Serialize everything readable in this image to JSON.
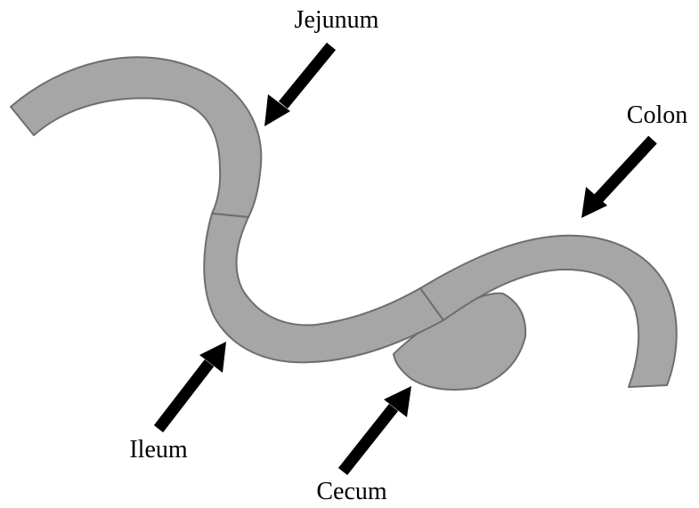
{
  "labels": {
    "jejunum": "Jejunum",
    "ileum": "Ileum",
    "cecum": "Cecum",
    "colon": "Colon"
  },
  "colors": {
    "fill": "#a6a6a6",
    "outline": "#6e6e6e",
    "arrow": "#000000",
    "background": "#ffffff"
  }
}
